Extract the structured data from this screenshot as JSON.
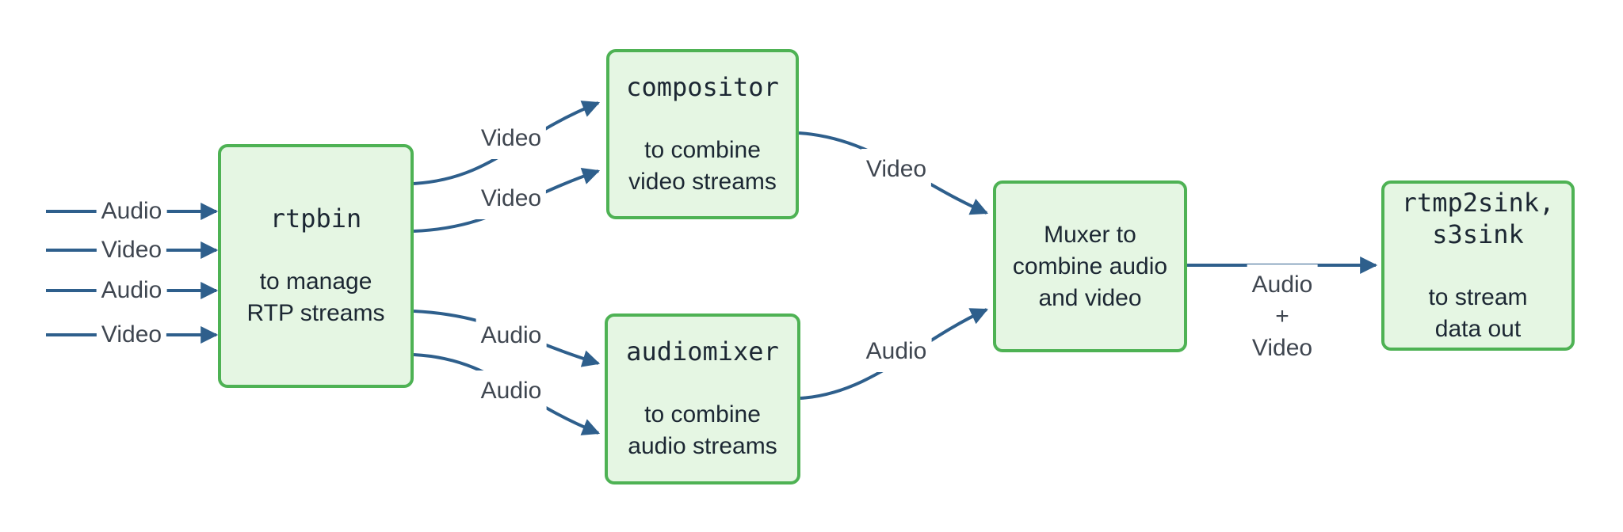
{
  "colors": {
    "node_fill": "#e5f6e3",
    "node_border": "#4eb254",
    "connector": "#2e5f8c",
    "edge_label_color": "#3f4650",
    "node_text": "#1c2733",
    "canvas_bg": "#ffffff"
  },
  "nodes": {
    "rtpbin": {
      "title": "rtpbin",
      "description": "to manage\nRTP streams"
    },
    "compositor": {
      "title": "compositor",
      "description": "to combine\nvideo streams"
    },
    "audiomixer": {
      "title": "audiomixer",
      "description": "to combine\naudio streams"
    },
    "muxer": {
      "description": "Muxer to\ncombine audio\nand video"
    },
    "sink": {
      "title": "rtmp2sink,\ns3sink",
      "description": "to stream\ndata out"
    }
  },
  "edge_labels": {
    "input1": "Audio",
    "input2": "Video",
    "input3": "Audio",
    "input4": "Video",
    "to_compositor1": "Video",
    "to_compositor2": "Video",
    "to_audiomixer1": "Audio",
    "to_audiomixer2": "Audio",
    "compositor_to_muxer": "Video",
    "audiomixer_to_muxer": "Audio",
    "muxer_to_sink": "Audio\n+\nVideo"
  }
}
